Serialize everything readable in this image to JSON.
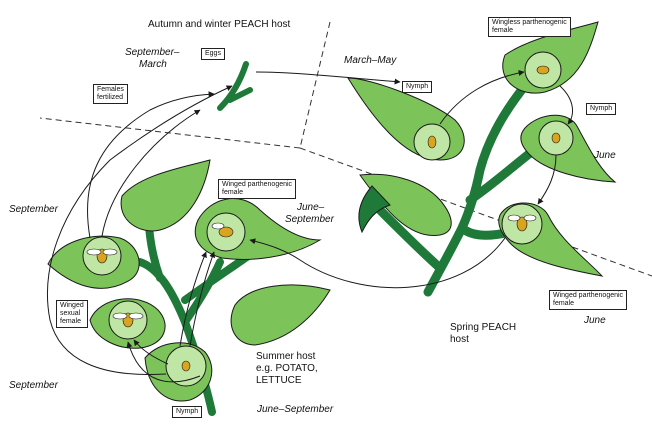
{
  "labels": {
    "autumn_host": "Autumn and winter PEACH host",
    "sep_march_1": "September–",
    "sep_march_2": "March",
    "eggs": "Eggs",
    "females_fert_1": "Females",
    "females_fert_2": "fertilized",
    "march_may": "March–May",
    "nymph_top": "Nymph",
    "wingless_1": "Wingless parthenogenic",
    "wingless_2": "female",
    "nymph_right": "Nymph",
    "june_right": "June",
    "winged_parth_left_1": "Winged parthenogenic",
    "winged_parth_left_2": "female",
    "june_sep_mid_1": "June–",
    "june_sep_mid_2": "September",
    "september_left": "September",
    "winged_sexual_1": "Winged",
    "winged_sexual_2": "sexual",
    "winged_sexual_3": "female",
    "september_bottom": "September",
    "winged_parth_right_1": "Winged parthenogenic",
    "winged_parth_right_2": "female",
    "june_bottom_right": "June",
    "spring_host_1": "Spring PEACH",
    "spring_host_2": "host",
    "summer_host_1": "Summer host",
    "summer_host_2": "e.g. POTATO,",
    "summer_host_3": "LETTUCE",
    "nymph_bottom": "Nymph",
    "june_sep_bottom": "June–September"
  },
  "colors": {
    "leaf": "#7cc35a",
    "leaf_light": "#a8dc88",
    "stem": "#1f7a3a",
    "outline": "#1a1a1a"
  }
}
